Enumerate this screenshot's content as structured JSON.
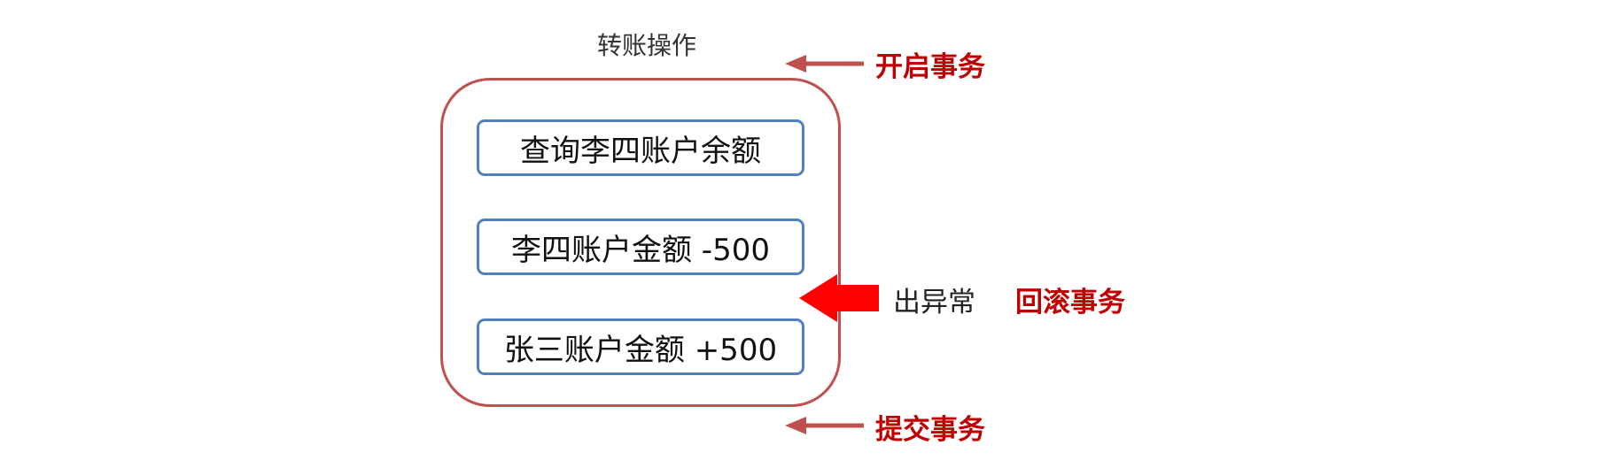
{
  "diagram": {
    "title": "转账操作",
    "steps": [
      "查询李四账户余额",
      "李四账户金额 -500",
      "张三账户金额 +500"
    ],
    "labels": {
      "begin": "开启事务",
      "commit": "提交事务",
      "exception": "出异常",
      "rollback": "回滚事务"
    },
    "colors": {
      "outer_border": "#c0504d",
      "step_border": "#4f81bd",
      "highlight_text": "#c00000",
      "arrow_small": "#c0504d",
      "arrow_big": "#ff0000"
    }
  }
}
